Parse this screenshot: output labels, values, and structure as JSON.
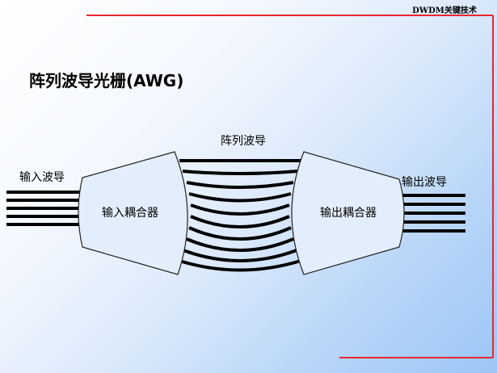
{
  "header": {
    "tag": "DWDM关键技术"
  },
  "title": "阵列波导光栅(AWG)",
  "labels": {
    "array_waveguide": "阵列波导",
    "input_waveguide": "输入波导",
    "output_waveguide": "输出波导",
    "input_coupler": "输入耦合器",
    "output_coupler": "输出耦合器"
  },
  "colors": {
    "frame_line": "#e8262f",
    "waveguide": "#000000",
    "coupler_fill": "#e3eefc",
    "coupler_stroke": "#222222"
  }
}
